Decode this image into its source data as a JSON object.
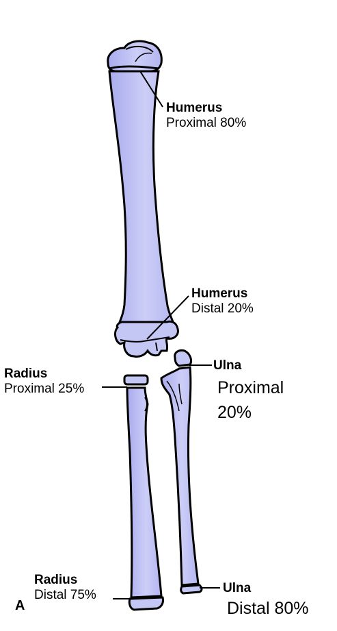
{
  "panel_letter": "A",
  "labels": {
    "humerus_proximal": {
      "bone": "Humerus",
      "part": "Proximal 80%"
    },
    "humerus_distal": {
      "bone": "Humerus",
      "part": "Distal 20%"
    },
    "radius_proximal": {
      "bone": "Radius",
      "part": "Proximal 25%"
    },
    "ulna_proximal": {
      "bone": "Ulna",
      "part_line1": "Proximal",
      "part_line2": "20%"
    },
    "radius_distal": {
      "bone": "Radius",
      "part": "Distal 75%"
    },
    "ulna_distal": {
      "bone": "Ulna",
      "part": "Distal 80%"
    }
  },
  "colors": {
    "bone_fill": "#c4c6f4",
    "bone_shade": "#9c9ee6",
    "outline": "#000000"
  }
}
